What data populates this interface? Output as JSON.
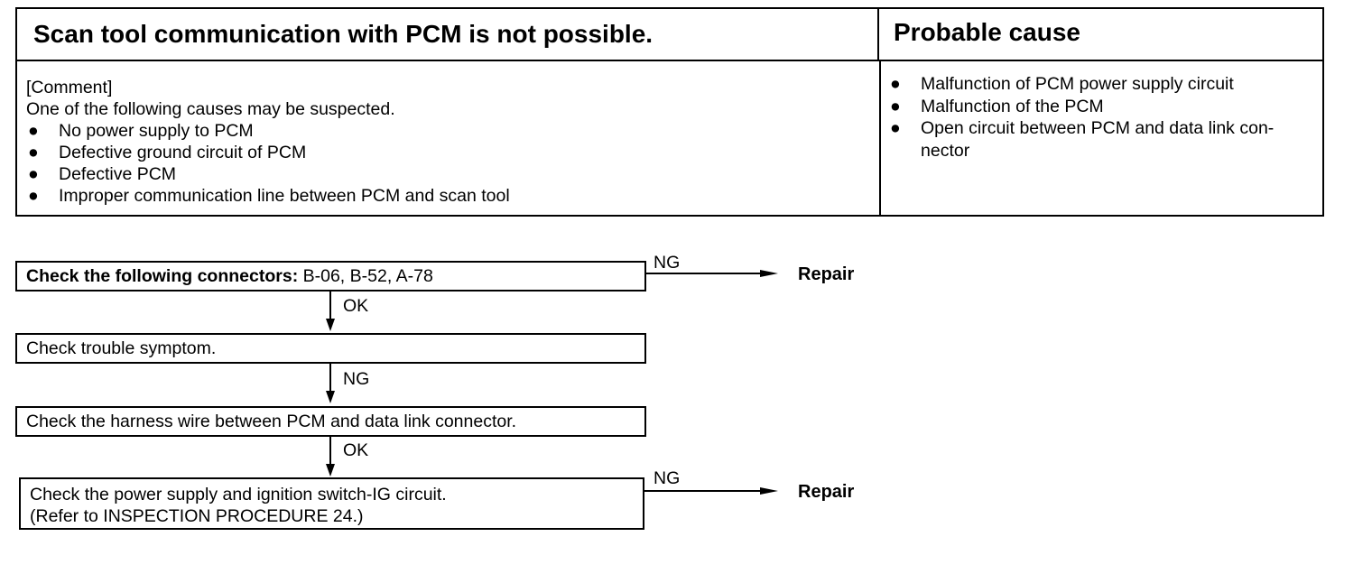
{
  "header": {
    "title": "Scan tool communication with PCM is  not possible.",
    "cause_heading": "Probable cause"
  },
  "comment": {
    "heading": "[Comment]",
    "intro": "One of the following causes may be suspected.",
    "items": [
      "No power supply to PCM",
      "Defective ground circuit of PCM",
      "Defective PCM",
      "Improper communication line between PCM and scan tool"
    ]
  },
  "causes": {
    "items": [
      "Malfunction of PCM power supply circuit",
      "Malfunction of the PCM",
      "Open circuit between PCM and data link con-nector"
    ]
  },
  "flow": {
    "step1_bold": "Check the following connectors:",
    "step1_rest": " B-06, B-52, A-78",
    "step2": "Check trouble symptom.",
    "step3": "Check the harness wire between PCM and data link connector.",
    "step4_line1": "Check the power supply and ignition switch-IG circuit.",
    "step4_line2": "(Refer to INSPECTION PROCEDURE 24.)",
    "label_ok": "OK",
    "label_ng": "NG",
    "repair": "Repair"
  }
}
